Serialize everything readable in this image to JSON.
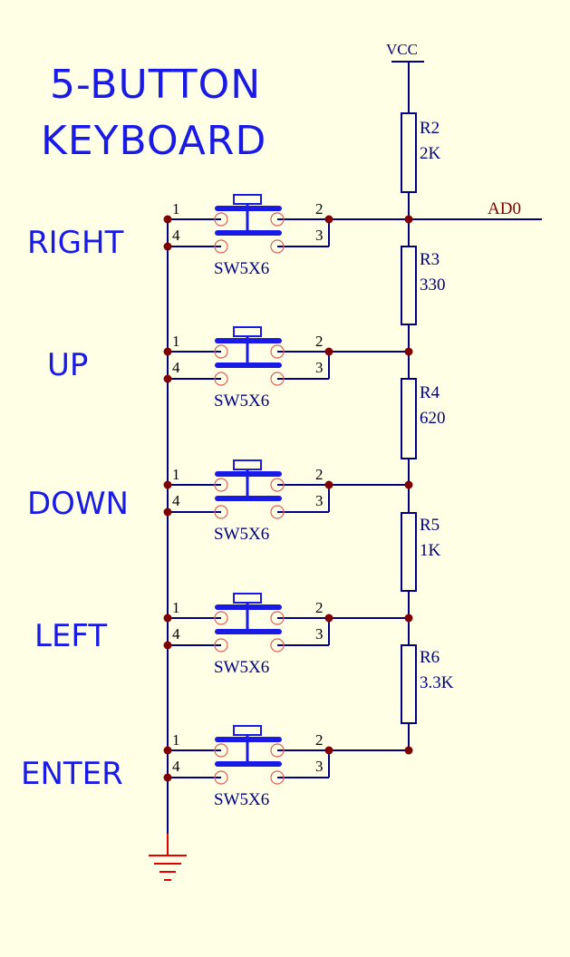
{
  "title": {
    "line1": "5-BUTTON",
    "line2": "KEYBOARD"
  },
  "power": {
    "label": "VCC"
  },
  "net": {
    "label": "AD0"
  },
  "buttons": [
    {
      "label": "RIGHT",
      "part": "SW5X6",
      "pins": [
        "1",
        "2",
        "4",
        "3"
      ]
    },
    {
      "label": "UP",
      "part": "SW5X6",
      "pins": [
        "1",
        "2",
        "4",
        "3"
      ]
    },
    {
      "label": "DOWN",
      "part": "SW5X6",
      "pins": [
        "1",
        "2",
        "4",
        "3"
      ]
    },
    {
      "label": "LEFT",
      "part": "SW5X6",
      "pins": [
        "1",
        "2",
        "4",
        "3"
      ]
    },
    {
      "label": "ENTER",
      "part": "SW5X6",
      "pins": [
        "1",
        "2",
        "4",
        "3"
      ]
    }
  ],
  "resistors": [
    {
      "ref": "R2",
      "value": "2K"
    },
    {
      "ref": "R3",
      "value": "330"
    },
    {
      "ref": "R4",
      "value": "620"
    },
    {
      "ref": "R5",
      "value": "1K"
    },
    {
      "ref": "R6",
      "value": "3.3K"
    }
  ],
  "colors": {
    "background": "#FFFFE6",
    "wire": "#000080",
    "switch": "#1A1AE6",
    "junction": "#800000",
    "ground": "#E60000",
    "pin_circle": "#E06060"
  }
}
